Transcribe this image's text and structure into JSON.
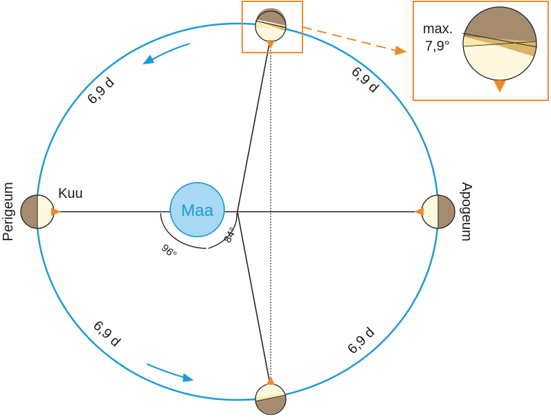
{
  "earth_label": "Maa",
  "moon_label": "Kuu",
  "perigee_label": "Perigeum",
  "apogee_label": "Apogeum",
  "period_labels": [
    "6,9 d",
    "6,9 d",
    "6,9 d",
    "6,9 d"
  ],
  "angle_left": "96°",
  "angle_right": "84°",
  "zoom_label_line1": "max.",
  "zoom_label_line2": "7,9°",
  "colors": {
    "orbit": "#1e9ad6",
    "earth_fill": "#a8d8f2",
    "earth_text": "#1e9ad6",
    "moon_dark": "#a68c6e",
    "moon_light": "#fdf8df",
    "moon_yellow": "#f7ecaa",
    "moon_tan": "#d9b56a",
    "highlight": "#ed8a2e",
    "lines": "#222222"
  }
}
